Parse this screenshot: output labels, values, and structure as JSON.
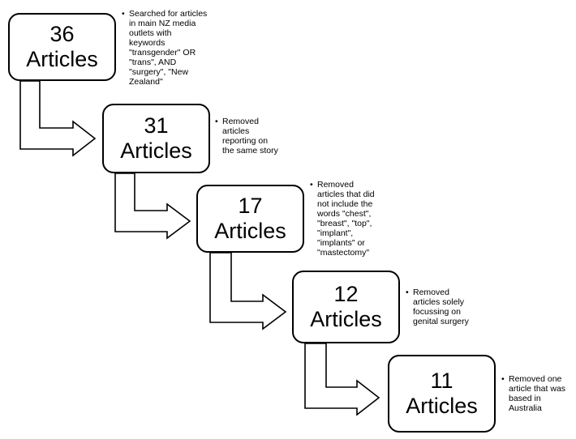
{
  "steps": [
    {
      "count": "36",
      "unit": "Articles",
      "note": "Searched for articles\nin main NZ media\noutlets with\nkeywords\n\"transgender\" OR\n\"trans\", AND\n\"surgery\", \"New\nZealand\""
    },
    {
      "count": "31",
      "unit": "Articles",
      "note": "Removed\narticles\nreporting on\nthe same story"
    },
    {
      "count": "17",
      "unit": "Articles",
      "note": "Removed\narticles that did\nnot include the\nwords \"chest\",\n\"breast\", \"top\",\n\"implant\",\n\"implants\" or\n\"mastectomy\""
    },
    {
      "count": "12",
      "unit": "Articles",
      "note": "Removed\narticles solely\nfocussing on\ngenital surgery"
    },
    {
      "count": "11",
      "unit": "Articles",
      "note": "Removed one\narticle that was\nbased in\nAustralia"
    }
  ],
  "bullet_glyph": "•"
}
